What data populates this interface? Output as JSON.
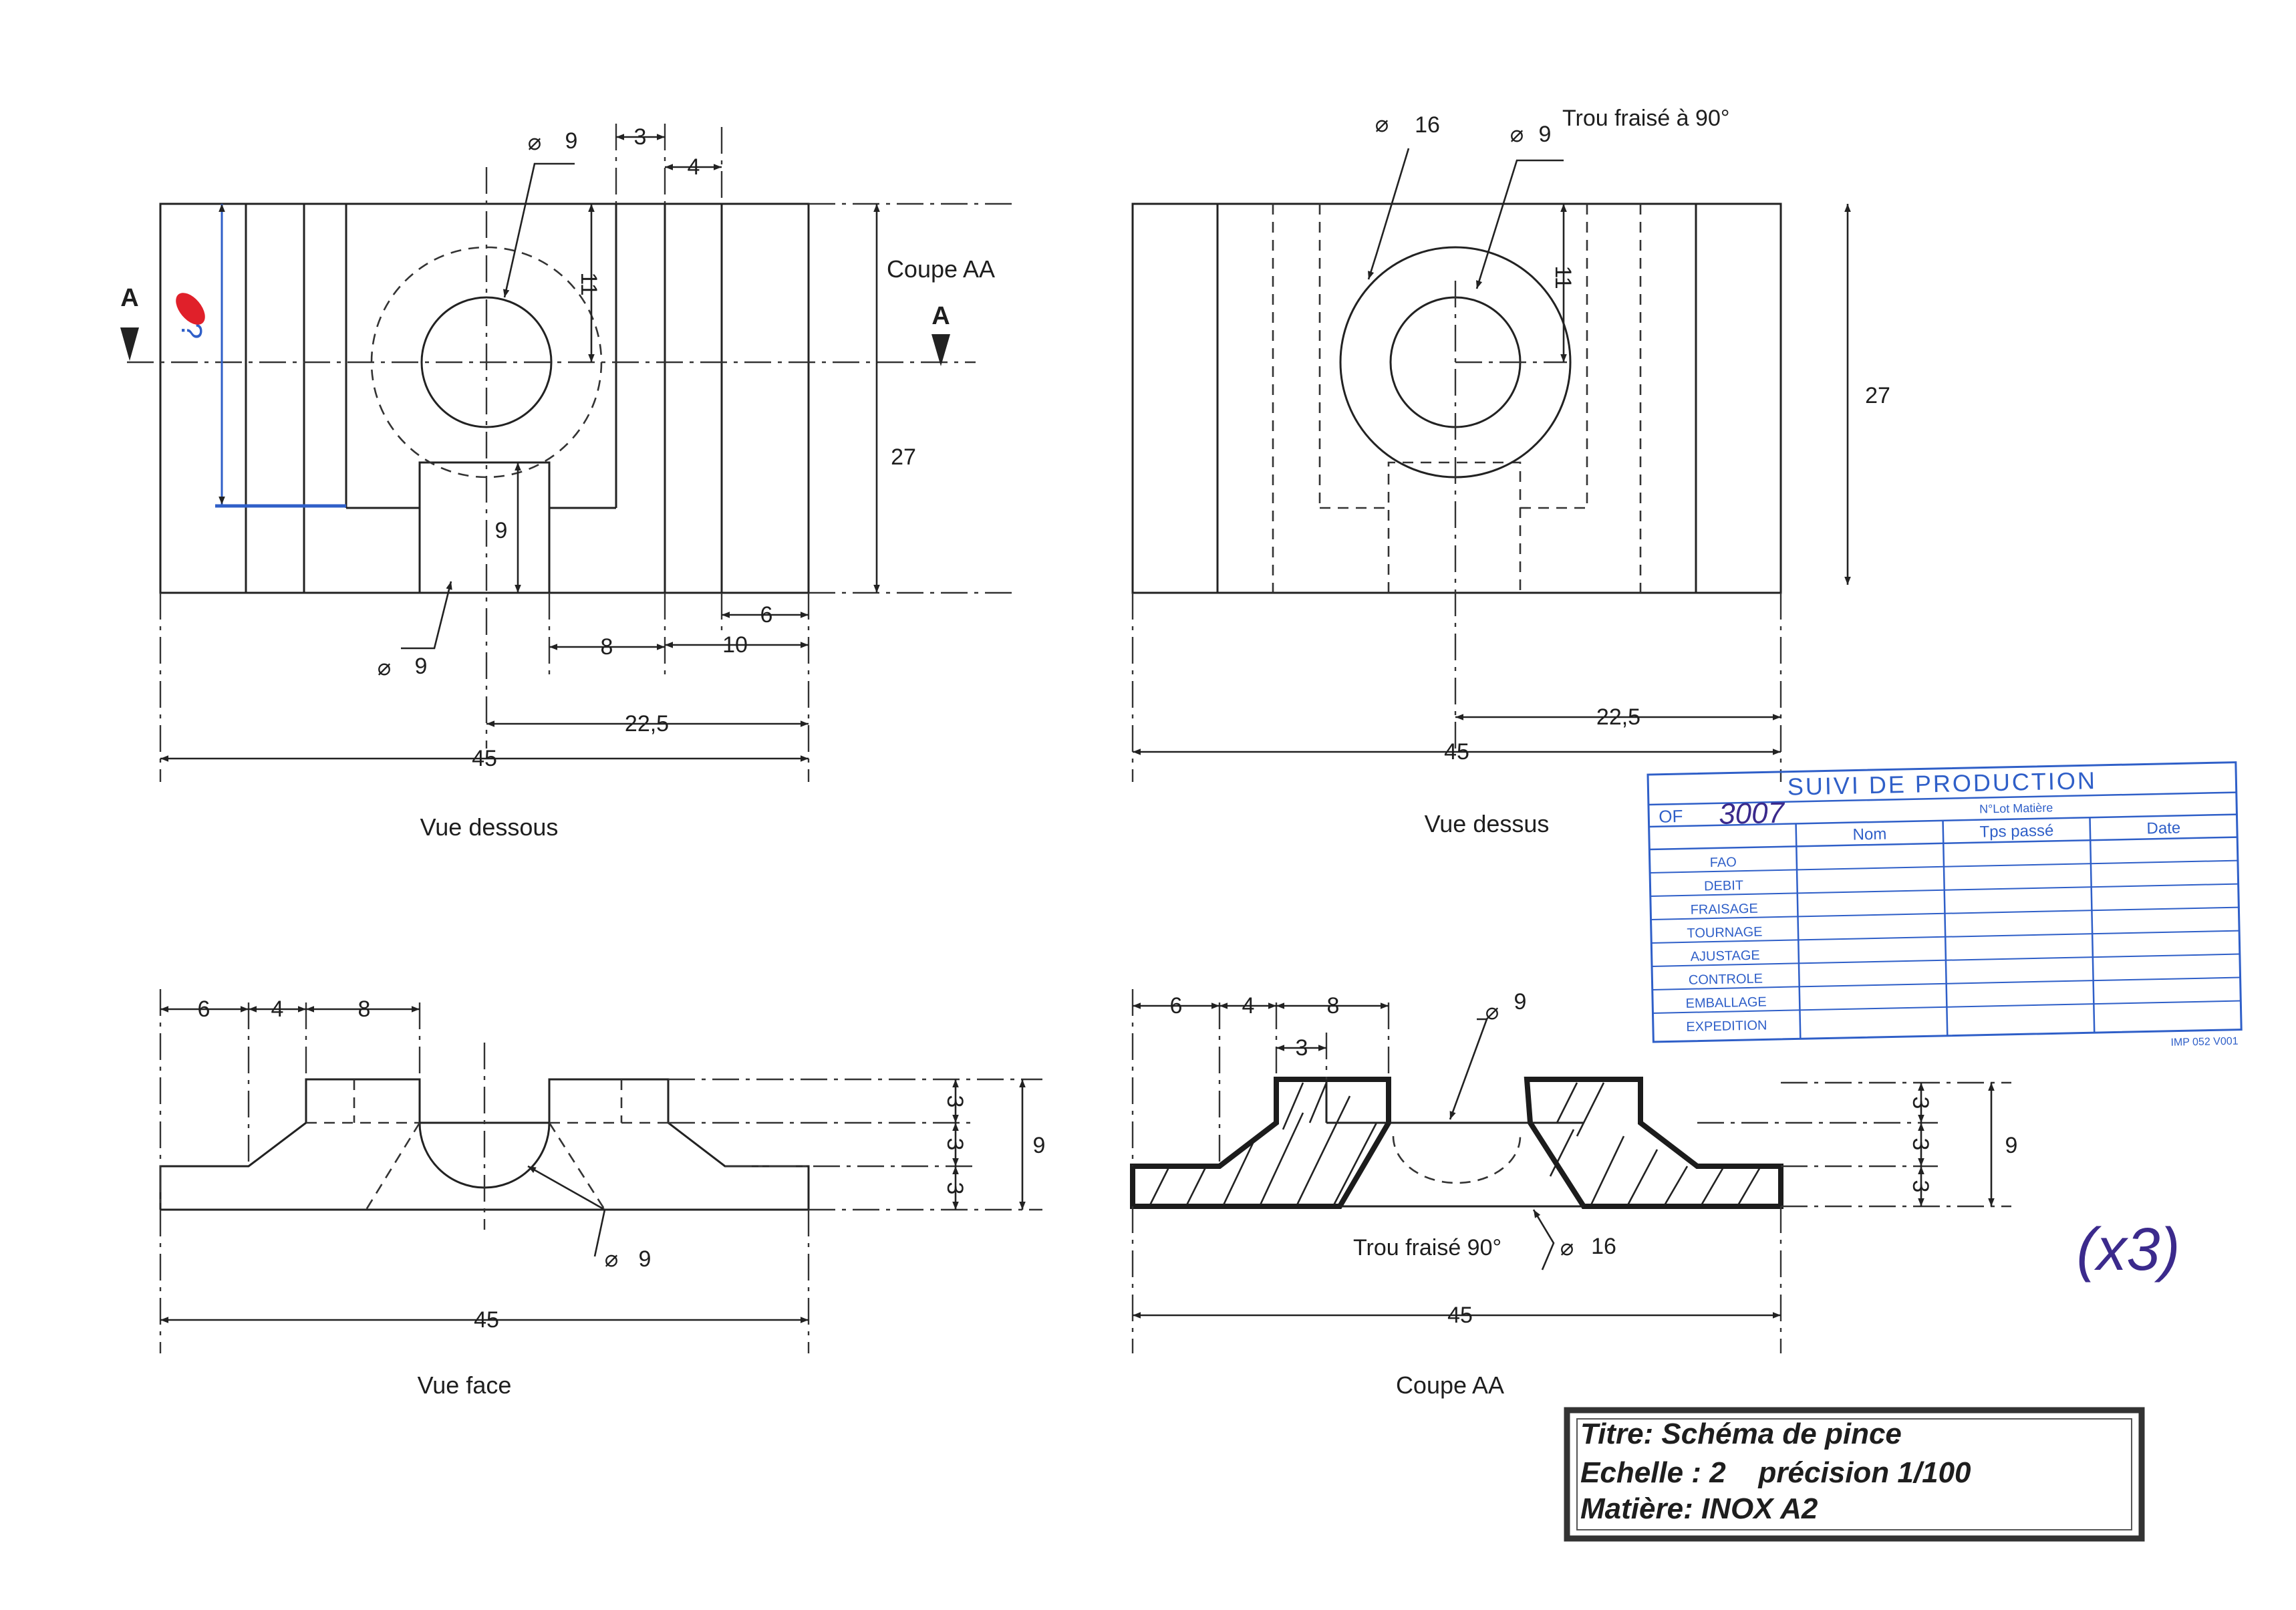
{
  "views": {
    "dessous": {
      "caption": "Vue dessous",
      "section_label": "Coupe AA",
      "section_mark_left": "A",
      "section_mark_right": "A",
      "dim_d9_top": "9",
      "dim_3": "3",
      "dim_4": "4",
      "dim_11": "11",
      "dim_27": "27",
      "dim_9": "9",
      "dim_d9_bottom": "9",
      "dim_6": "6",
      "dim_8": "8",
      "dim_10": "10",
      "dim_22_5": "22,5",
      "dim_45": "45",
      "handwritten_note": "?"
    },
    "dessus": {
      "caption": "Vue dessus",
      "dim_d16": "16",
      "dim_d9": "9",
      "countersink_note": "Trou fraisé  à 90°",
      "dim_11": "11",
      "dim_27": "27",
      "dim_22_5": "22,5",
      "dim_45": "45"
    },
    "face": {
      "caption": "Vue face",
      "dim_6": "6",
      "dim_4": "4",
      "dim_8": "8",
      "dim_3a": "3",
      "dim_3b": "3",
      "dim_3c": "3",
      "dim_9": "9",
      "dim_d9": "9",
      "dim_45": "45"
    },
    "coupe": {
      "caption": "Coupe AA",
      "dim_6": "6",
      "dim_4": "4",
      "dim_8": "8",
      "dim_3_top": "3",
      "dim_d9": "9",
      "dim_3a": "3",
      "dim_3b": "3",
      "dim_3c": "3",
      "dim_9": "9",
      "countersink_note": "Trou fraisé 90°",
      "dim_d16": "16",
      "dim_45": "45"
    }
  },
  "production_stamp": {
    "title": "SUIVI DE PRODUCTION",
    "of_label": "OF",
    "of_value": "3007",
    "lot_label": "N°Lot Matière",
    "columns": [
      "Nom",
      "Tps passé",
      "Date"
    ],
    "rows": [
      "FAO",
      "DEBIT",
      "FRAISAGE",
      "TOURNAGE",
      "AJUSTAGE",
      "CONTROLE",
      "EMBALLAGE",
      "EXPEDITION"
    ],
    "footer_code": "IMP 052 V001"
  },
  "quantity_note": "(x3)",
  "title_block": {
    "titre": "Titre: Schéma de pince",
    "echelle": "Echelle : 2    précision 1/100",
    "matiere": "Matière: INOX A2"
  },
  "colors": {
    "ink": "#222222",
    "stamp_blue": "#2f5fc8",
    "marker_red": "#e0202a",
    "pen_purple": "#3b2a8c"
  }
}
